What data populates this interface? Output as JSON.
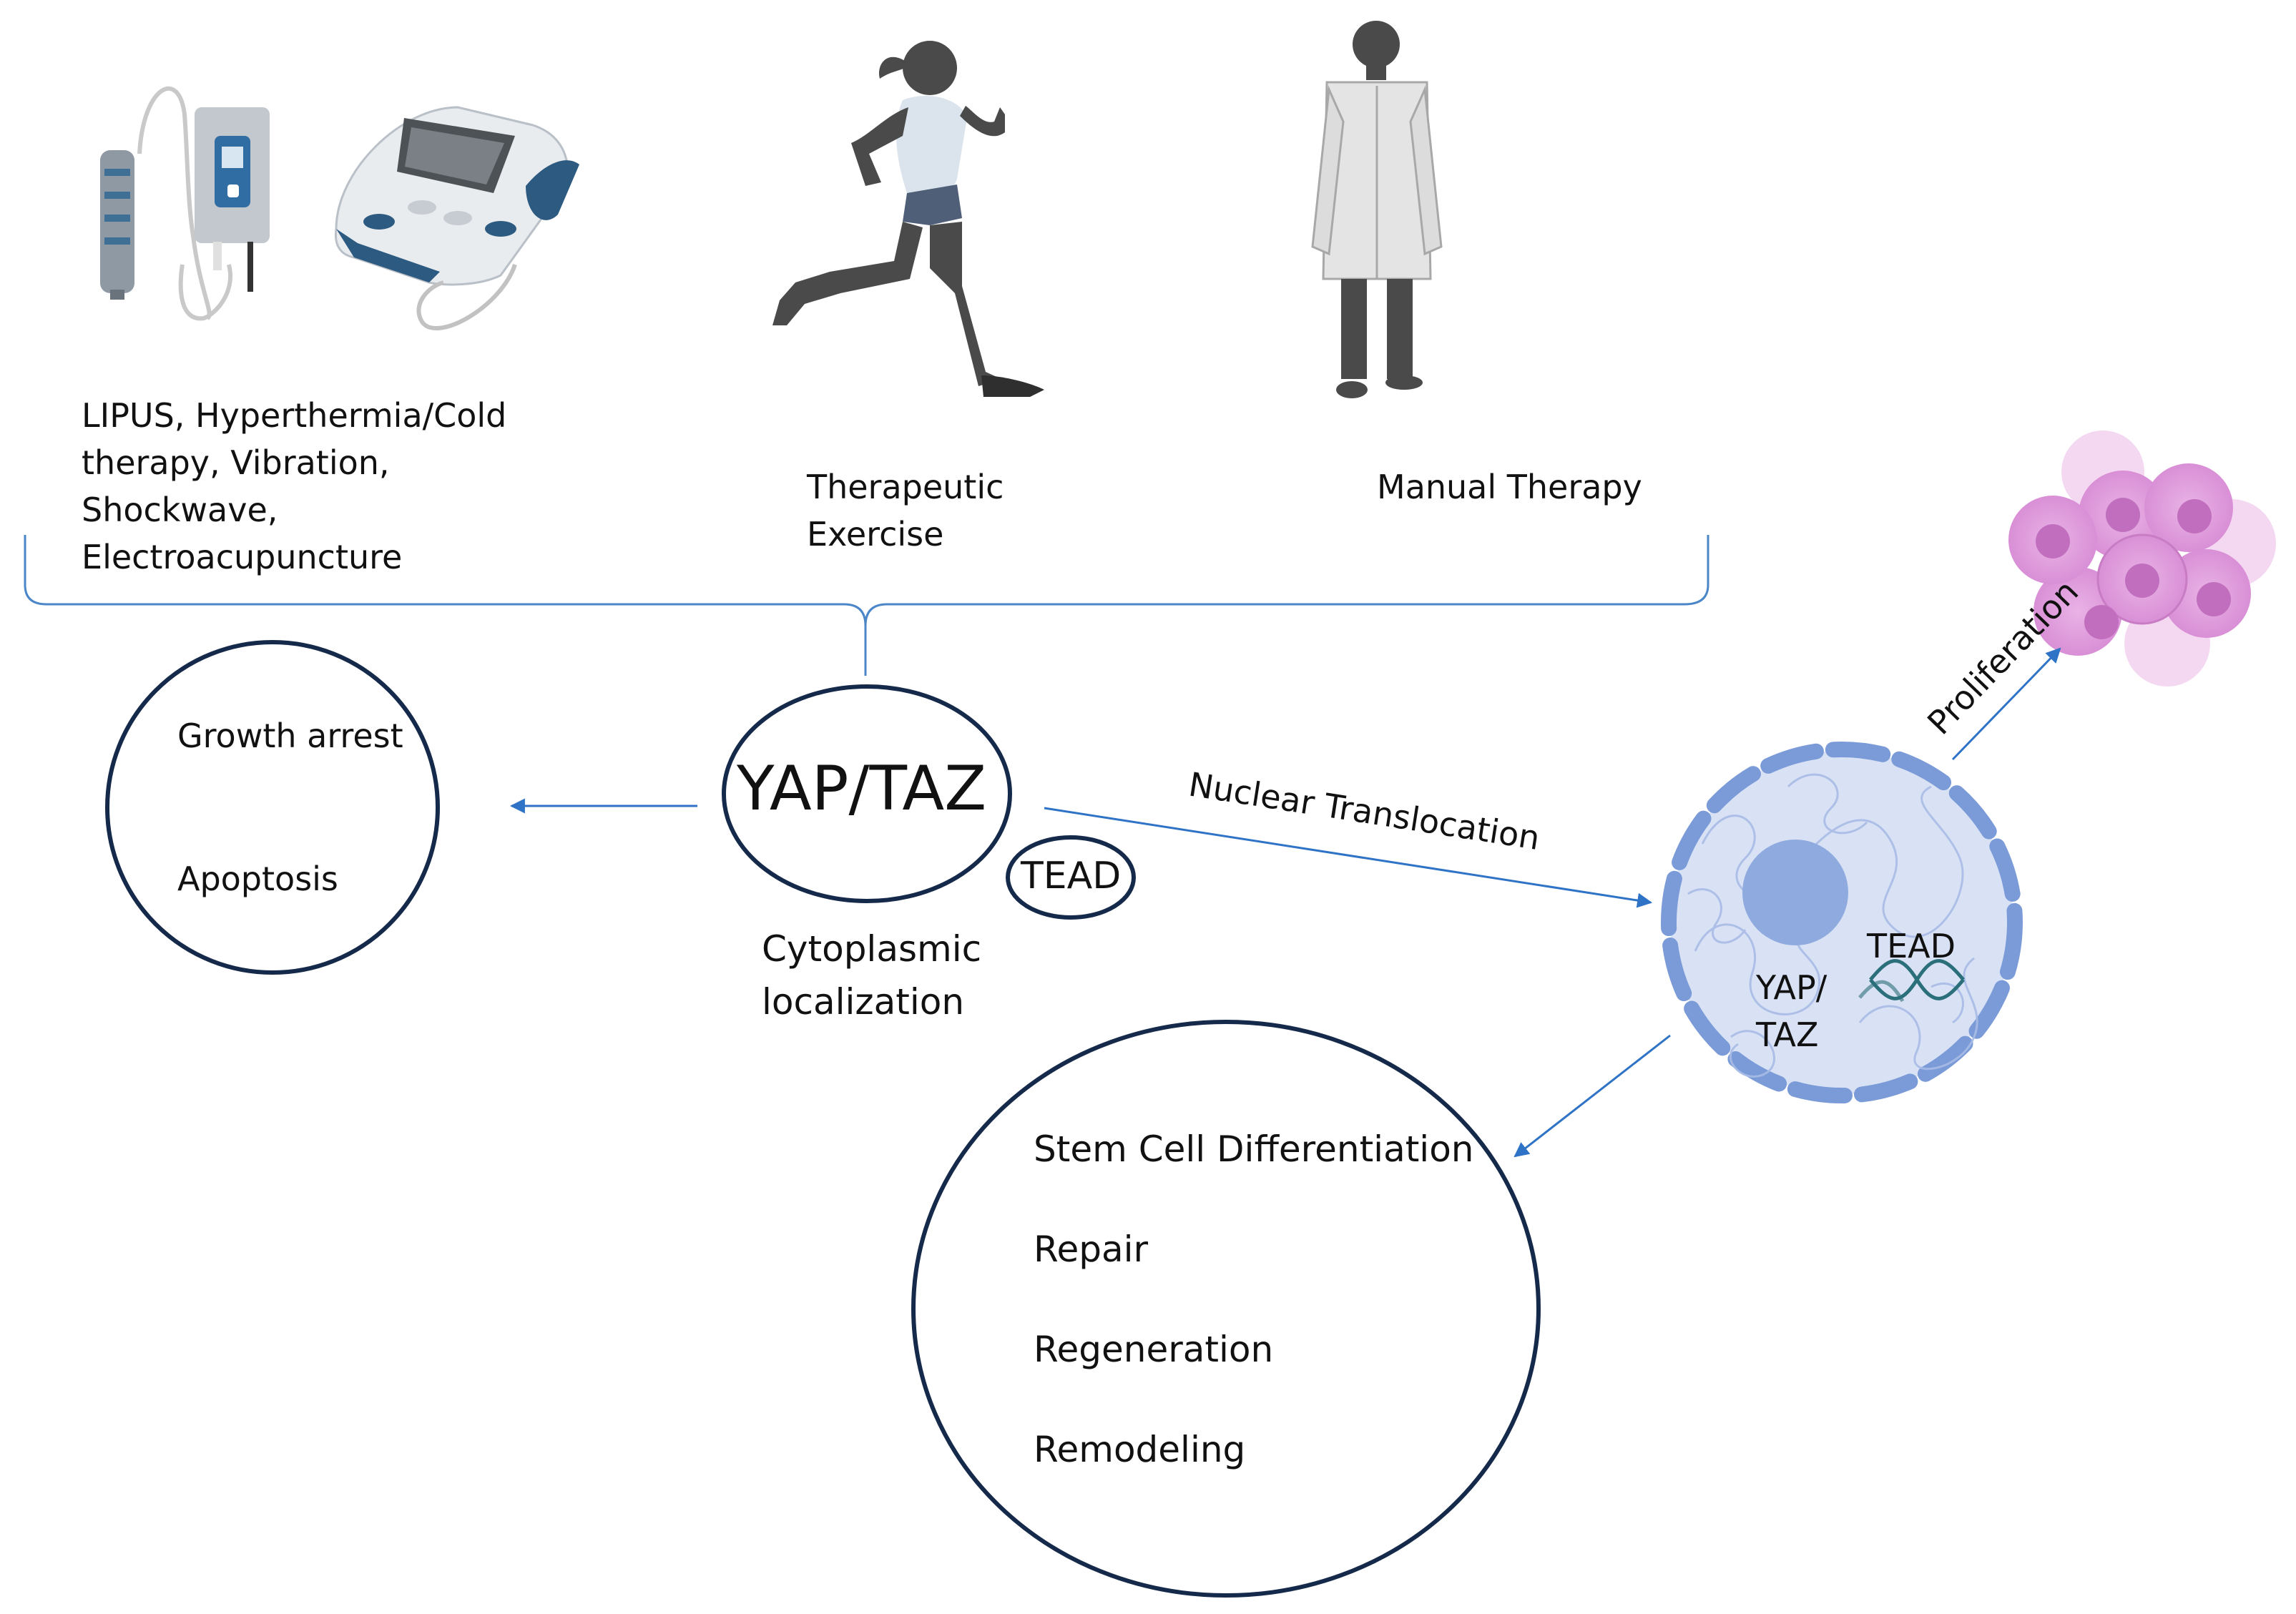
{
  "modalities": {
    "devices_lines": [
      "LIPUS, Hyperthermia/Cold",
      "therapy, Vibration,",
      "Shockwave,",
      "Electroacupuncture"
    ],
    "exercise_lines": [
      "Therapeutic",
      "Exercise"
    ],
    "manual": "Manual Therapy"
  },
  "cytoplasm": {
    "yaptaz": "YAP/TAZ",
    "tead": "TEAD",
    "localization_lines": [
      "Cytoplasmic",
      "localization"
    ]
  },
  "inactive_outcomes": [
    "Growth arrest",
    "Apoptosis"
  ],
  "translocation_label": "Nuclear Translocation",
  "nucleus": {
    "yaptaz_lines": [
      "YAP/",
      "TAZ"
    ],
    "tead": "TEAD"
  },
  "proliferation_label": "Proliferation",
  "active_outcomes": [
    "Stem Cell Differentiation",
    "Repair",
    "Regeneration",
    "Remodeling"
  ],
  "colors": {
    "navy": "#152a4a",
    "arrow": "#2f73c7",
    "nucleus_fill": "#d9e2f5",
    "nucleus_rim": "#7b9bd8",
    "nucleolus": "#8eaade",
    "dna": "#2b6f7a",
    "cells": "#d98fd6"
  }
}
